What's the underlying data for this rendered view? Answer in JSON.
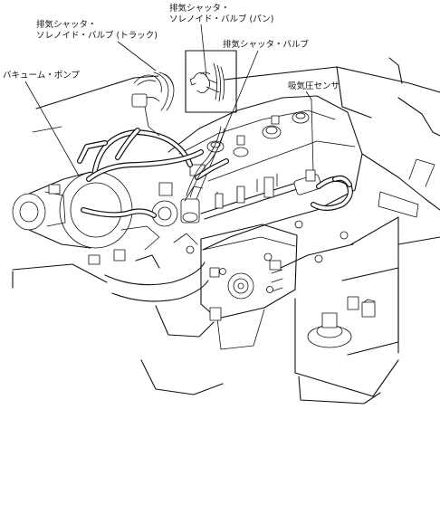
{
  "callouts": [
    {
      "id": "valve-pan-line1",
      "text": "排気シャッタ・"
    },
    {
      "id": "valve-pan-line2",
      "text": "ソレノイド・バルブ (パン)"
    },
    {
      "id": "valve-truck-line1",
      "text": "排気シャッタ・"
    },
    {
      "id": "valve-truck-line2",
      "text": "ソレノイド・バルブ (トラック)"
    },
    {
      "id": "exhaust-shutter-valve",
      "text": "排気シャッタ・バルブ"
    },
    {
      "id": "vacuum-pump",
      "text": "バキューム・ポンプ"
    },
    {
      "id": "intake-pressure-sensor",
      "text": "吸気圧センサ"
    }
  ]
}
